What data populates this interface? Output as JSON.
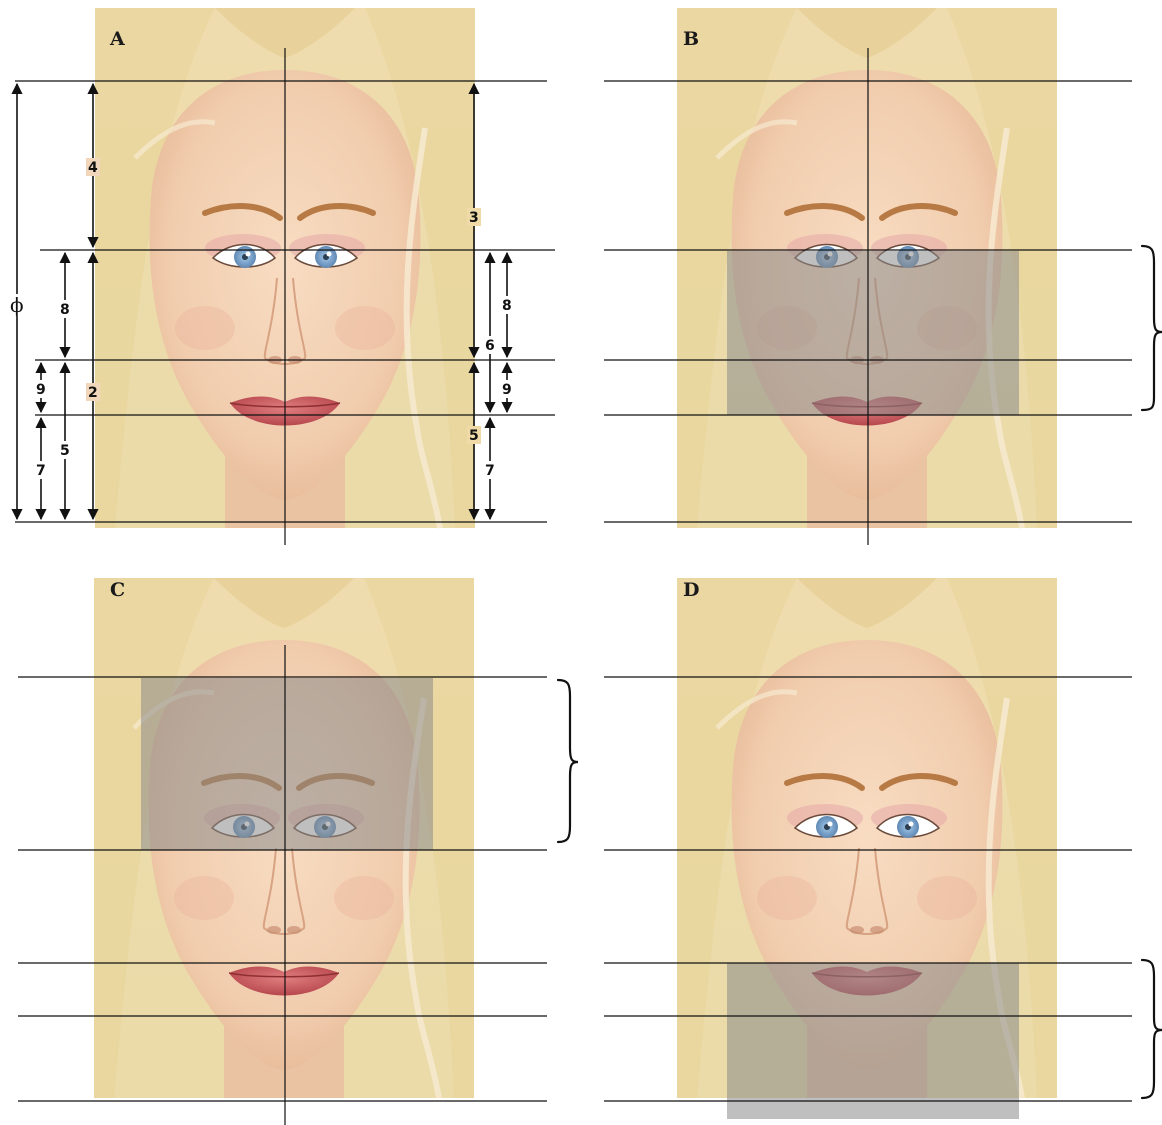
{
  "panels": [
    {
      "id": "A",
      "label": "A"
    },
    {
      "id": "B",
      "label": "B"
    },
    {
      "id": "C",
      "label": "C"
    },
    {
      "id": "D",
      "label": "D"
    }
  ],
  "panel_a_measurements": {
    "phi": "ϕ",
    "m2": "2",
    "m3": "3",
    "m4": "4",
    "m5_left": "5",
    "m5_right": "5",
    "m6": "6",
    "m7_left": "7",
    "m7_right": "7",
    "m8_left": "8",
    "m8_right": "8",
    "m9_left": "9",
    "m9_right": "9"
  },
  "colors": {
    "skin": "#f3d2b4",
    "hair": "#efdca6",
    "eye_iris": "#6f9ec8",
    "lips": "#c9585c",
    "shade_overlay": "#8b8b8b",
    "lines": "#111111"
  },
  "highlighted_region": {
    "A": "none",
    "B": "eyes-to-lips",
    "C": "hairline-to-eyes",
    "D": "nose-to-chin"
  }
}
